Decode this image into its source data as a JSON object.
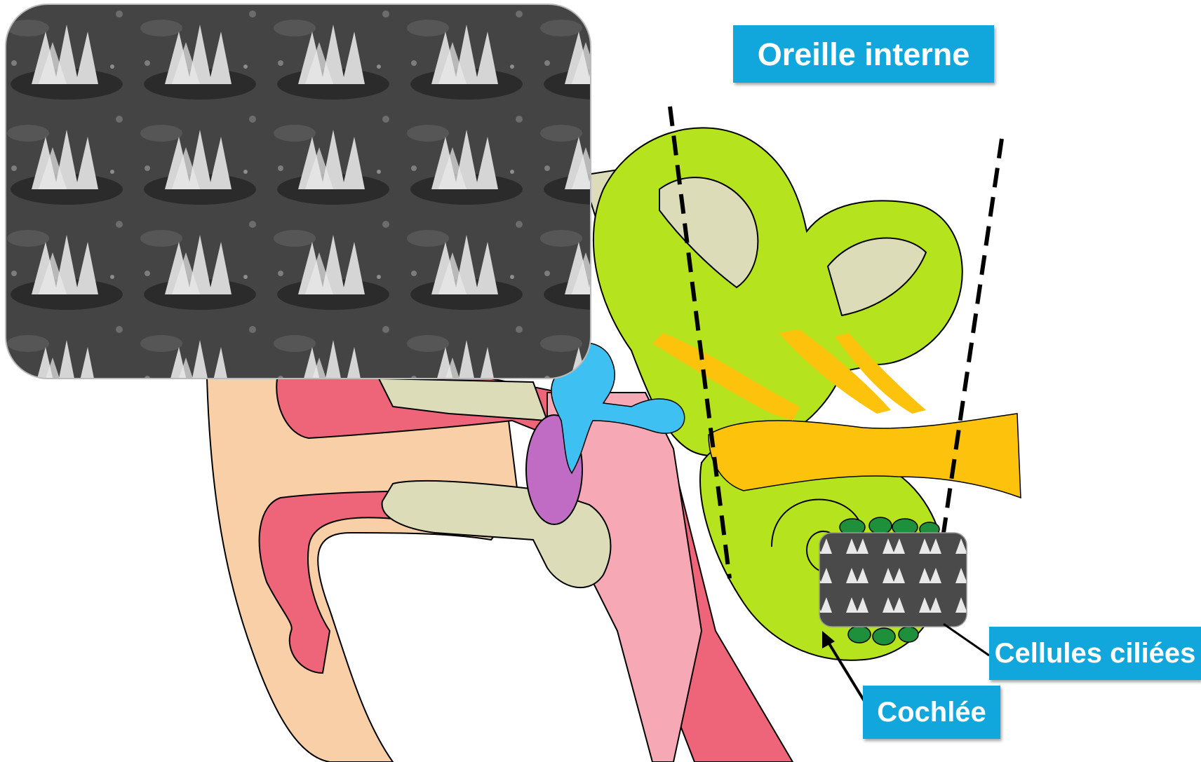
{
  "labels": {
    "inner_ear": "Oreille interne",
    "hair_cells": "Cellules ciliées",
    "cochlea": "Cochlée"
  },
  "colors": {
    "label_bg": "#12a7dc",
    "label_text": "#ffffff",
    "inner_ear_green": "#b5e31e",
    "nerve_orange": "#fcc20c",
    "skin": "#f8cfa7",
    "canal_red": "#ee6478",
    "pink_tissue": "#f6a9b4",
    "bone_beige": "#dcddb8",
    "ossicles_blue": "#3fc0f2",
    "eardrum_purple": "#c06cc5",
    "hair_cells_dark_green": "#1e8f3a"
  },
  "images": {
    "main_micrograph": "sem-hair-cells-photo",
    "inset_micrograph": "sem-hair-cells-thumbnail"
  }
}
